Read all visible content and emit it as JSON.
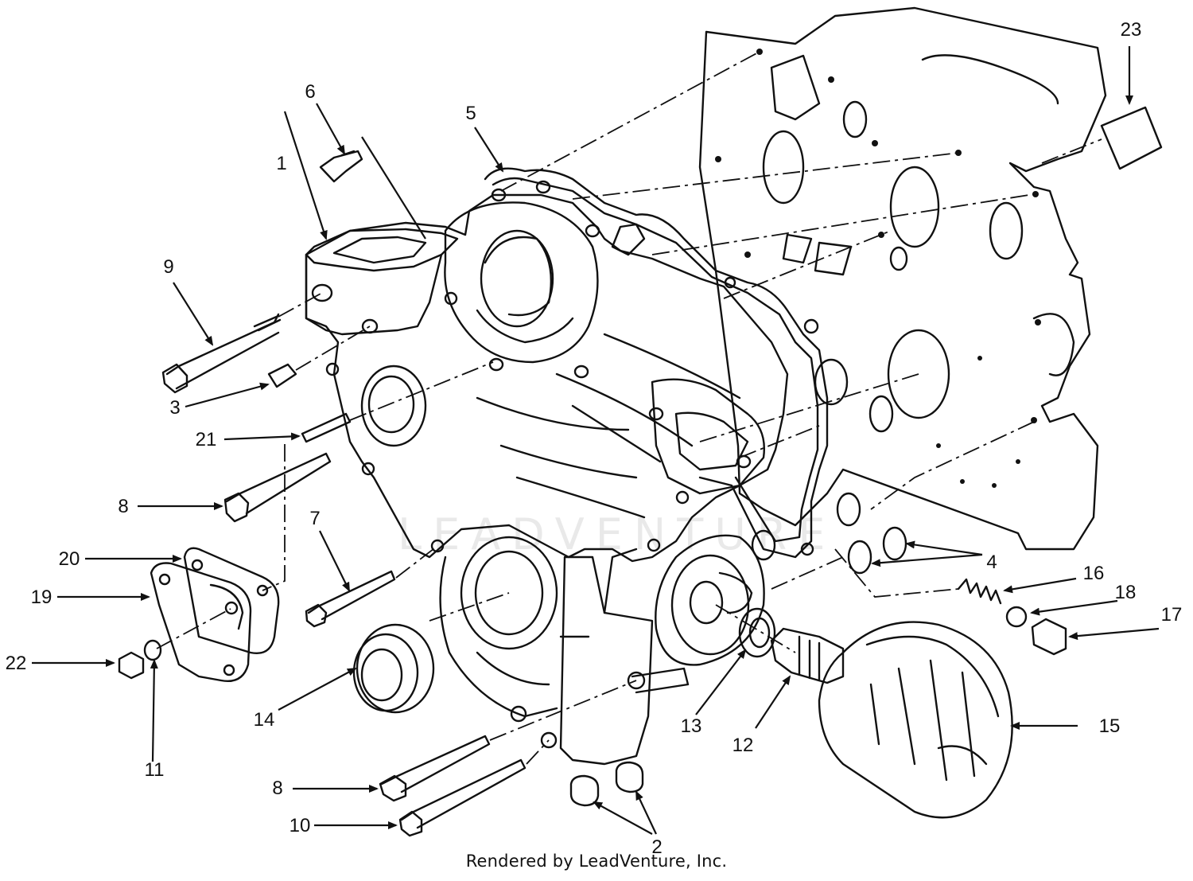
{
  "diagram": {
    "callouts": [
      {
        "id": "c1",
        "text": "1"
      },
      {
        "id": "c2",
        "text": "2"
      },
      {
        "id": "c3",
        "text": "3"
      },
      {
        "id": "c4",
        "text": "4"
      },
      {
        "id": "c5",
        "text": "5"
      },
      {
        "id": "c6",
        "text": "6"
      },
      {
        "id": "c7",
        "text": "7"
      },
      {
        "id": "c8a",
        "text": "8"
      },
      {
        "id": "c8b",
        "text": "8"
      },
      {
        "id": "c9",
        "text": "9"
      },
      {
        "id": "c10",
        "text": "10"
      },
      {
        "id": "c11",
        "text": "11"
      },
      {
        "id": "c12",
        "text": "12"
      },
      {
        "id": "c13",
        "text": "13"
      },
      {
        "id": "c14",
        "text": "14"
      },
      {
        "id": "c15",
        "text": "15"
      },
      {
        "id": "c16",
        "text": "16"
      },
      {
        "id": "c17",
        "text": "17"
      },
      {
        "id": "c18",
        "text": "18"
      },
      {
        "id": "c19",
        "text": "19"
      },
      {
        "id": "c20",
        "text": "20"
      },
      {
        "id": "c21",
        "text": "21"
      },
      {
        "id": "c22",
        "text": "22"
      },
      {
        "id": "c23",
        "text": "23"
      }
    ]
  },
  "footer": {
    "text": "Rendered by LeadVenture, Inc."
  },
  "watermark": {
    "text": "LEADVENTURE"
  }
}
